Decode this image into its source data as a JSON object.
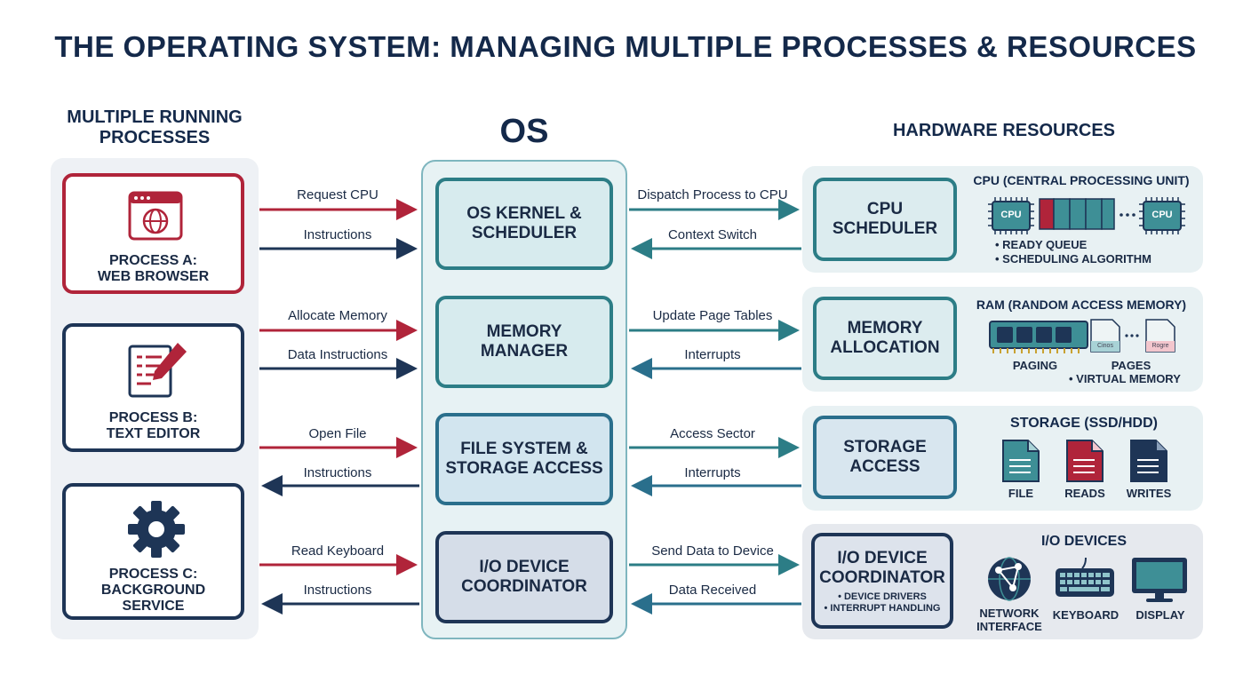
{
  "title": "THE OPERATING SYSTEM: MANAGING MULTIPLE PROCESSES & RESOURCES",
  "columns": {
    "processes": "MULTIPLE RUNNING PROCESSES",
    "os": "OS",
    "hardware": "HARDWARE RESOURCES"
  },
  "processes": [
    {
      "label_line1": "PROCESS A:",
      "label_line2": "WEB BROWSER",
      "icon": "browser-icon"
    },
    {
      "label_line1": "PROCESS B:",
      "label_line2": "TEXT EDITOR",
      "icon": "editor-icon"
    },
    {
      "label_line1": "PROCESS C:",
      "label_line2": "BACKGROUND",
      "label_line3": "SERVICE",
      "icon": "gear-icon"
    }
  ],
  "os_modules": [
    {
      "line1": "OS KERNEL &",
      "line2": "SCHEDULER"
    },
    {
      "line1": "MEMORY",
      "line2": "MANAGER"
    },
    {
      "line1": "FILE SYSTEM &",
      "line2": "STORAGE ACCESS"
    },
    {
      "line1": "I/O DEVICE",
      "line2": "COORDINATOR"
    }
  ],
  "left_arrows": [
    {
      "top": "Request CPU",
      "bottom": "Instructions"
    },
    {
      "top": "Allocate Memory",
      "bottom": "Data Instructions"
    },
    {
      "top": "Open File",
      "bottom": "Instructions"
    },
    {
      "top": "Read Keyboard",
      "bottom": "Instructions"
    }
  ],
  "right_arrows": [
    {
      "top": "Dispatch Process to CPU",
      "bottom": "Context Switch"
    },
    {
      "top": "Update Page Tables",
      "bottom": "Interrupts"
    },
    {
      "top": "Access Sector",
      "bottom": "Interrupts"
    },
    {
      "top": "Send Data to Device",
      "bottom": "Data Received"
    }
  ],
  "hardware": {
    "cpu": {
      "box_line1": "CPU",
      "box_line2": "SCHEDULER",
      "title": "CPU (CENTRAL PROCESSING UNIT)",
      "chip_label": "CPU",
      "bullet1": "• READY QUEUE",
      "bullet2": "• SCHEDULING ALGORITHM"
    },
    "ram": {
      "box_line1": "MEMORY",
      "box_line2": "ALLOCATION",
      "title": "RAM (RANDOM ACCESS MEMORY)",
      "paging": "PAGING",
      "pages": "PAGES",
      "virtual": "• VIRTUAL MEMORY",
      "page1": "Cinos",
      "page2": "Rogre"
    },
    "storage": {
      "box_line1": "STORAGE",
      "box_line2": "ACCESS",
      "title": "STORAGE (SSD/HDD)",
      "file": "FILE",
      "reads": "READS",
      "writes": "WRITES"
    },
    "io": {
      "box_line1": "I/O DEVICE",
      "box_line2": "COORDINATOR",
      "bullet1": "• DEVICE DRIVERS",
      "bullet2": "• INTERRUPT HANDLING",
      "title": "I/O DEVICES",
      "network_line1": "NETWORK",
      "network_line2": "INTERFACE",
      "keyboard": "KEYBOARD",
      "display": "DISPLAY"
    }
  },
  "colors": {
    "navy": "#1e3556",
    "red": "#b0243a",
    "teal": "#2c7d86",
    "title": "#14294a"
  }
}
